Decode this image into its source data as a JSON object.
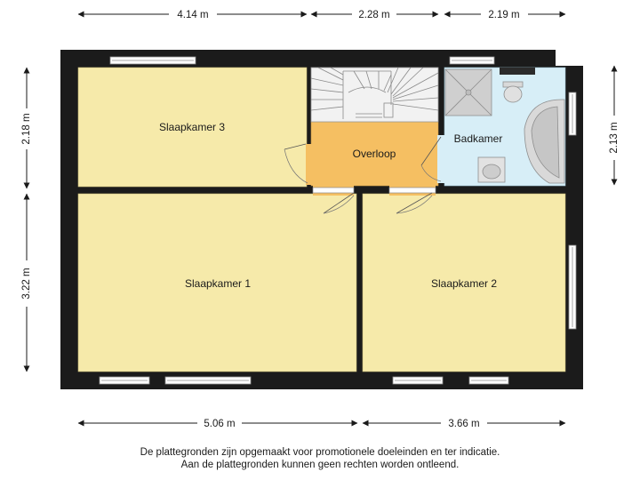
{
  "rooms": {
    "slaapkamer3": "Slaapkamer 3",
    "overloop": "Overloop",
    "badkamer": "Badkamer",
    "slaapkamer1": "Slaapkamer 1",
    "slaapkamer2": "Slaapkamer 2"
  },
  "dimensions": {
    "top_1": "4.14 m",
    "top_2": "2.28 m",
    "top_3": "2.19 m",
    "bottom_1": "5.06 m",
    "bottom_2": "3.66 m",
    "left_1": "2.18 m",
    "left_2": "3.22 m",
    "right_1": "2.13 m"
  },
  "disclaimer": {
    "line1": "De plattegronden zijn opgemaakt voor promotionele doeleinden en ter indicatie.",
    "line2": "Aan de plattegronden kunnen geen rechten worden ontleend."
  },
  "colors": {
    "wall": "#1b1b1b",
    "bedroom_fill": "#f6eaaa",
    "landing_fill": "#f5bf62",
    "bathroom_fill": "#d7eef7"
  }
}
